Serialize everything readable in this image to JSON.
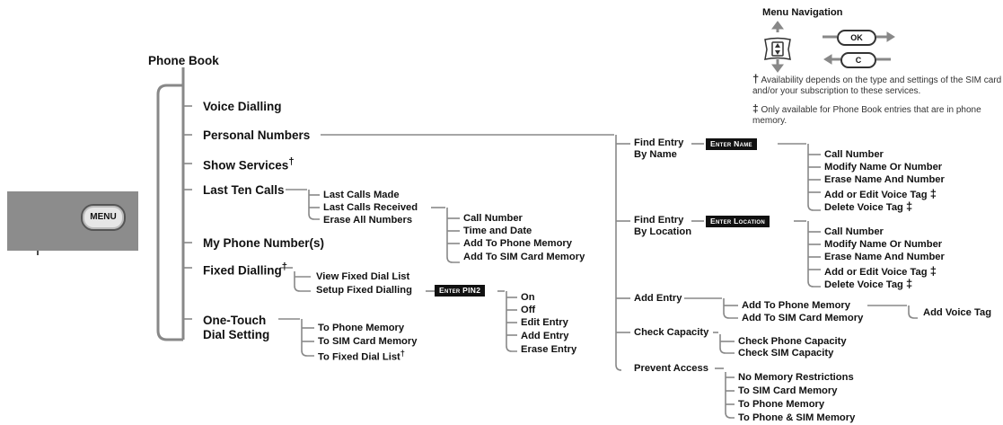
{
  "legend": {
    "title": "Menu Navigation",
    "ok_key": "OK",
    "c_key": "C",
    "note_dagger_mark": "†",
    "note_dagger": "Availability depends on the type and settings of the SIM card and/or your subscription to these services.",
    "note_ddagger_mark": "‡",
    "note_ddagger": "Only available for Phone Book entries that are in phone memory."
  },
  "device": {
    "menu_key": "MENU"
  },
  "root": "Phone Book",
  "main": {
    "voice_dialling": "Voice Dialling",
    "personal_numbers": "Personal Numbers",
    "show_services": "Show Services",
    "last_ten_calls": "Last Ten Calls",
    "my_phone_numbers": "My Phone Number(s)",
    "fixed_dialling": "Fixed Dialling",
    "one_touch_1": "One-Touch",
    "one_touch_2": "Dial Setting",
    "dagger": "†"
  },
  "last_ten": {
    "made": "Last Calls Made",
    "received": "Last Calls Received",
    "erase": "Erase All Numbers"
  },
  "received_opts": {
    "call": "Call Number",
    "time": "Time and Date",
    "add_phone": "Add To Phone Memory",
    "add_sim": "Add To SIM Card Memory"
  },
  "fixed": {
    "view": "View Fixed Dial List",
    "setup": "Setup Fixed Dialling",
    "enter_pin2": "Enter PIN2"
  },
  "fixed_opts": {
    "on": "On",
    "off": "Off",
    "edit": "Edit Entry",
    "add": "Add Entry",
    "erase": "Erase Entry"
  },
  "one_touch": {
    "phone": "To Phone Memory",
    "sim": "To SIM Card Memory",
    "fixed": "To Fixed Dial List"
  },
  "personal": {
    "find_name_1": "Find Entry",
    "find_name_2": "By Name",
    "enter_name": "Enter Name",
    "find_loc_1": "Find Entry",
    "find_loc_2": "By Location",
    "enter_location": "Enter Location",
    "add_entry": "Add Entry",
    "check_capacity": "Check Capacity",
    "prevent_access": "Prevent Access"
  },
  "entry_opts": {
    "call": "Call Number",
    "modify": "Modify Name Or Number",
    "erase": "Erase Name And Number",
    "add_voice": "Add or Edit Voice Tag",
    "delete_voice": "Delete Voice Tag",
    "ddagger": "‡"
  },
  "add_entry_opts": {
    "phone": "Add To Phone Memory",
    "sim": "Add To SIM Card Memory",
    "voice": "Add Voice Tag"
  },
  "capacity_opts": {
    "phone": "Check Phone Capacity",
    "sim": "Check SIM Capacity"
  },
  "prevent_opts": {
    "none": "No Memory Restrictions",
    "sim": "To SIM Card Memory",
    "phone": "To Phone Memory",
    "both": "To Phone & SIM Memory"
  }
}
